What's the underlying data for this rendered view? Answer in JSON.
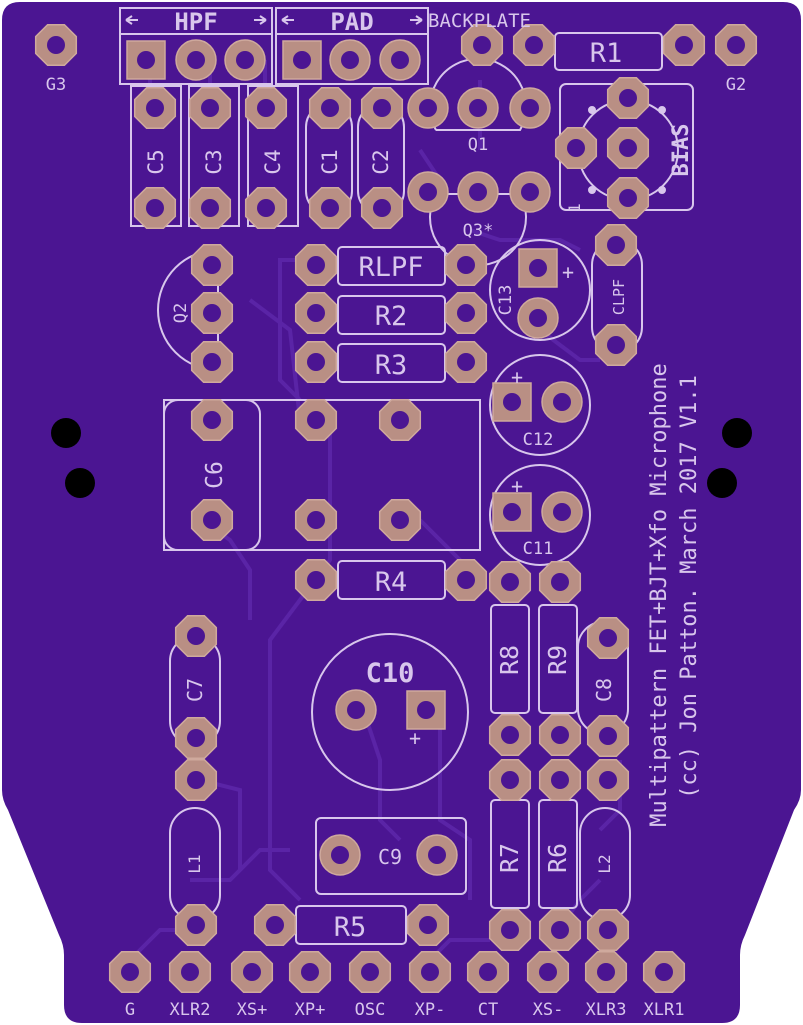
{
  "board": {
    "board_color": "#4b1592",
    "trace_color": "#5a24a6",
    "silk_color": "#d8c6ec",
    "pad_color": "#b98f84",
    "pad_outline": "#cfa99d",
    "hole_color": "#000000"
  },
  "labels": {
    "hpf": "HPF",
    "pad": "PAD",
    "backplate": "BACKPLATE",
    "g3": "G3",
    "g2": "G2",
    "bias": "BIAS",
    "bias_pin": "1",
    "r1": "R1",
    "c5": "C5",
    "c3": "C3",
    "c4": "C4",
    "c1": "C1",
    "c2": "C2",
    "q1": "Q1",
    "q3": "Q3*",
    "q2": "Q2",
    "rlpf": "RLPF",
    "r2": "R2",
    "r3": "R3",
    "c13": "C13",
    "clpf": "CLPF",
    "c12": "C12",
    "c11": "C11",
    "c6": "C6",
    "r4": "R4",
    "c10": "C10",
    "r8": "R8",
    "r9": "R9",
    "c8": "C8",
    "c7": "C7",
    "c9": "C9",
    "l1": "L1",
    "l2": "L2",
    "r7": "R7",
    "r6": "R6",
    "r5": "R5",
    "plus": "+",
    "title_line1": "Multipattern FET+BJT+Xfo Microphone",
    "title_line2": "(cc) Jon Patton. March 2017 V1.1"
  },
  "connectors": [
    "G",
    "XLR2",
    "XS+",
    "XP+",
    "OSC",
    "XP-",
    "CT",
    "XS-",
    "XLR3",
    "XLR1"
  ]
}
